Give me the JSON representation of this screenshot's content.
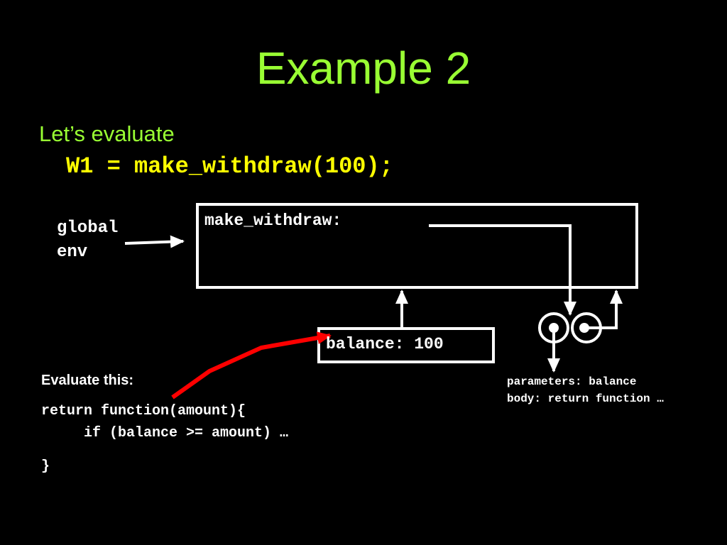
{
  "slide": {
    "title": "Example 2",
    "intro": "Let’s evaluate",
    "statement": "W1 = make_withdraw(100);"
  },
  "diagram": {
    "env_label_line1": "global",
    "env_label_line2": "env",
    "global_frame_binding": "make_withdraw:",
    "new_frame_binding": "balance: 100",
    "function_object": {
      "parameters_line": "parameters: balance",
      "body_line": "body: return function …"
    }
  },
  "evaluate": {
    "heading": "Evaluate this:",
    "code_lines": [
      "return function(amount){",
      "    if (balance >= amount) …",
      "}"
    ]
  },
  "colors": {
    "background": "#000000",
    "title": "#99ff33",
    "statement": "#ffff00",
    "diagram": "#ffffff",
    "highlight_arrow": "#ff0000"
  }
}
